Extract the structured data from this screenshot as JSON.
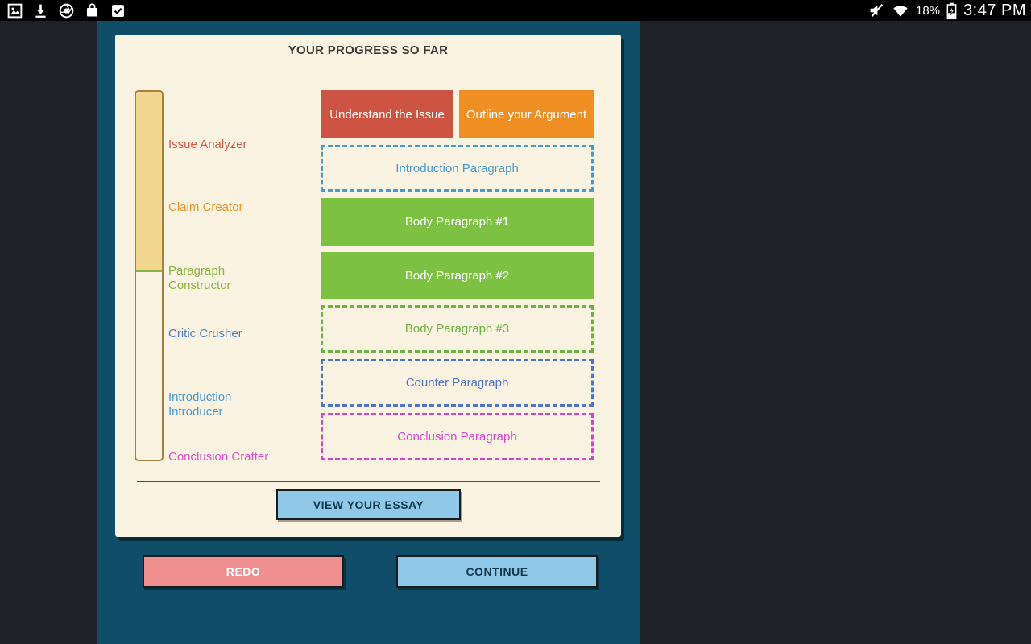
{
  "status_bar": {
    "time": "3:47 PM",
    "battery_percent": "18%"
  },
  "card": {
    "title": "YOUR PROGRESS SO FAR",
    "meter": {
      "fill_percent": "49%",
      "fill_color": "#f3d68e",
      "border_color": "#a5813d",
      "divider_color": "#8ab441"
    },
    "milestones": [
      {
        "label": "Issue Analyzer",
        "color": "#d75844"
      },
      {
        "label": "Claim Creator",
        "color": "#ef9227"
      },
      {
        "label": "Paragraph Constructor",
        "color": "#8ab441"
      },
      {
        "label": "Critic Crusher",
        "color": "#4d7dbd"
      },
      {
        "label": "Introduction Introducer",
        "color": "#4799d2"
      },
      {
        "label": "Conclusion Crafter",
        "color": "#e24ec8"
      }
    ],
    "steps": [
      {
        "label": "Understand the Issue",
        "style": "solid",
        "color": "#cd5442"
      },
      {
        "label": "Outline your Argument",
        "style": "solid",
        "color": "#ef8e22"
      },
      {
        "label": "Introduction Paragraph",
        "style": "dashed",
        "color": "#4799d2"
      },
      {
        "label": "Body Paragraph #1",
        "style": "solid",
        "color": "#7cc142"
      },
      {
        "label": "Body Paragraph #2",
        "style": "solid",
        "color": "#7cc142"
      },
      {
        "label": "Body Paragraph #3",
        "style": "dashed",
        "color": "#6cb33f"
      },
      {
        "label": "Counter Paragraph",
        "style": "dashed",
        "color": "#4e74c9"
      },
      {
        "label": "Conclusion Paragraph",
        "style": "dashed",
        "color": "#d944cf"
      }
    ],
    "view_essay_label": "VIEW YOUR ESSAY"
  },
  "footer": {
    "redo_label": "REDO",
    "continue_label": "CONTINUE"
  }
}
